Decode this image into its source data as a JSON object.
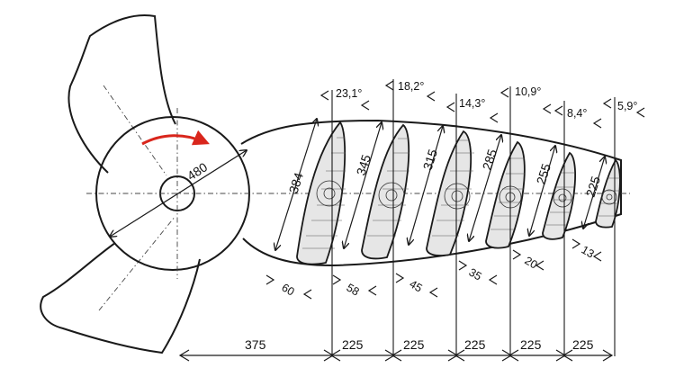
{
  "hub": {
    "diameter_label": "480",
    "rotation_arrow_color": "#d9261c"
  },
  "twist_angles": [
    "23,1°",
    "18,2°",
    "14,3°",
    "10,9°",
    "8,4°",
    "5,9°"
  ],
  "chord_lengths": [
    "384",
    "345",
    "315",
    "285",
    "255",
    "225"
  ],
  "thicknesses": [
    "60",
    "58",
    "45",
    "35",
    "20",
    "13"
  ],
  "spacing": [
    "375",
    "225",
    "225",
    "225",
    "225",
    "225"
  ]
}
